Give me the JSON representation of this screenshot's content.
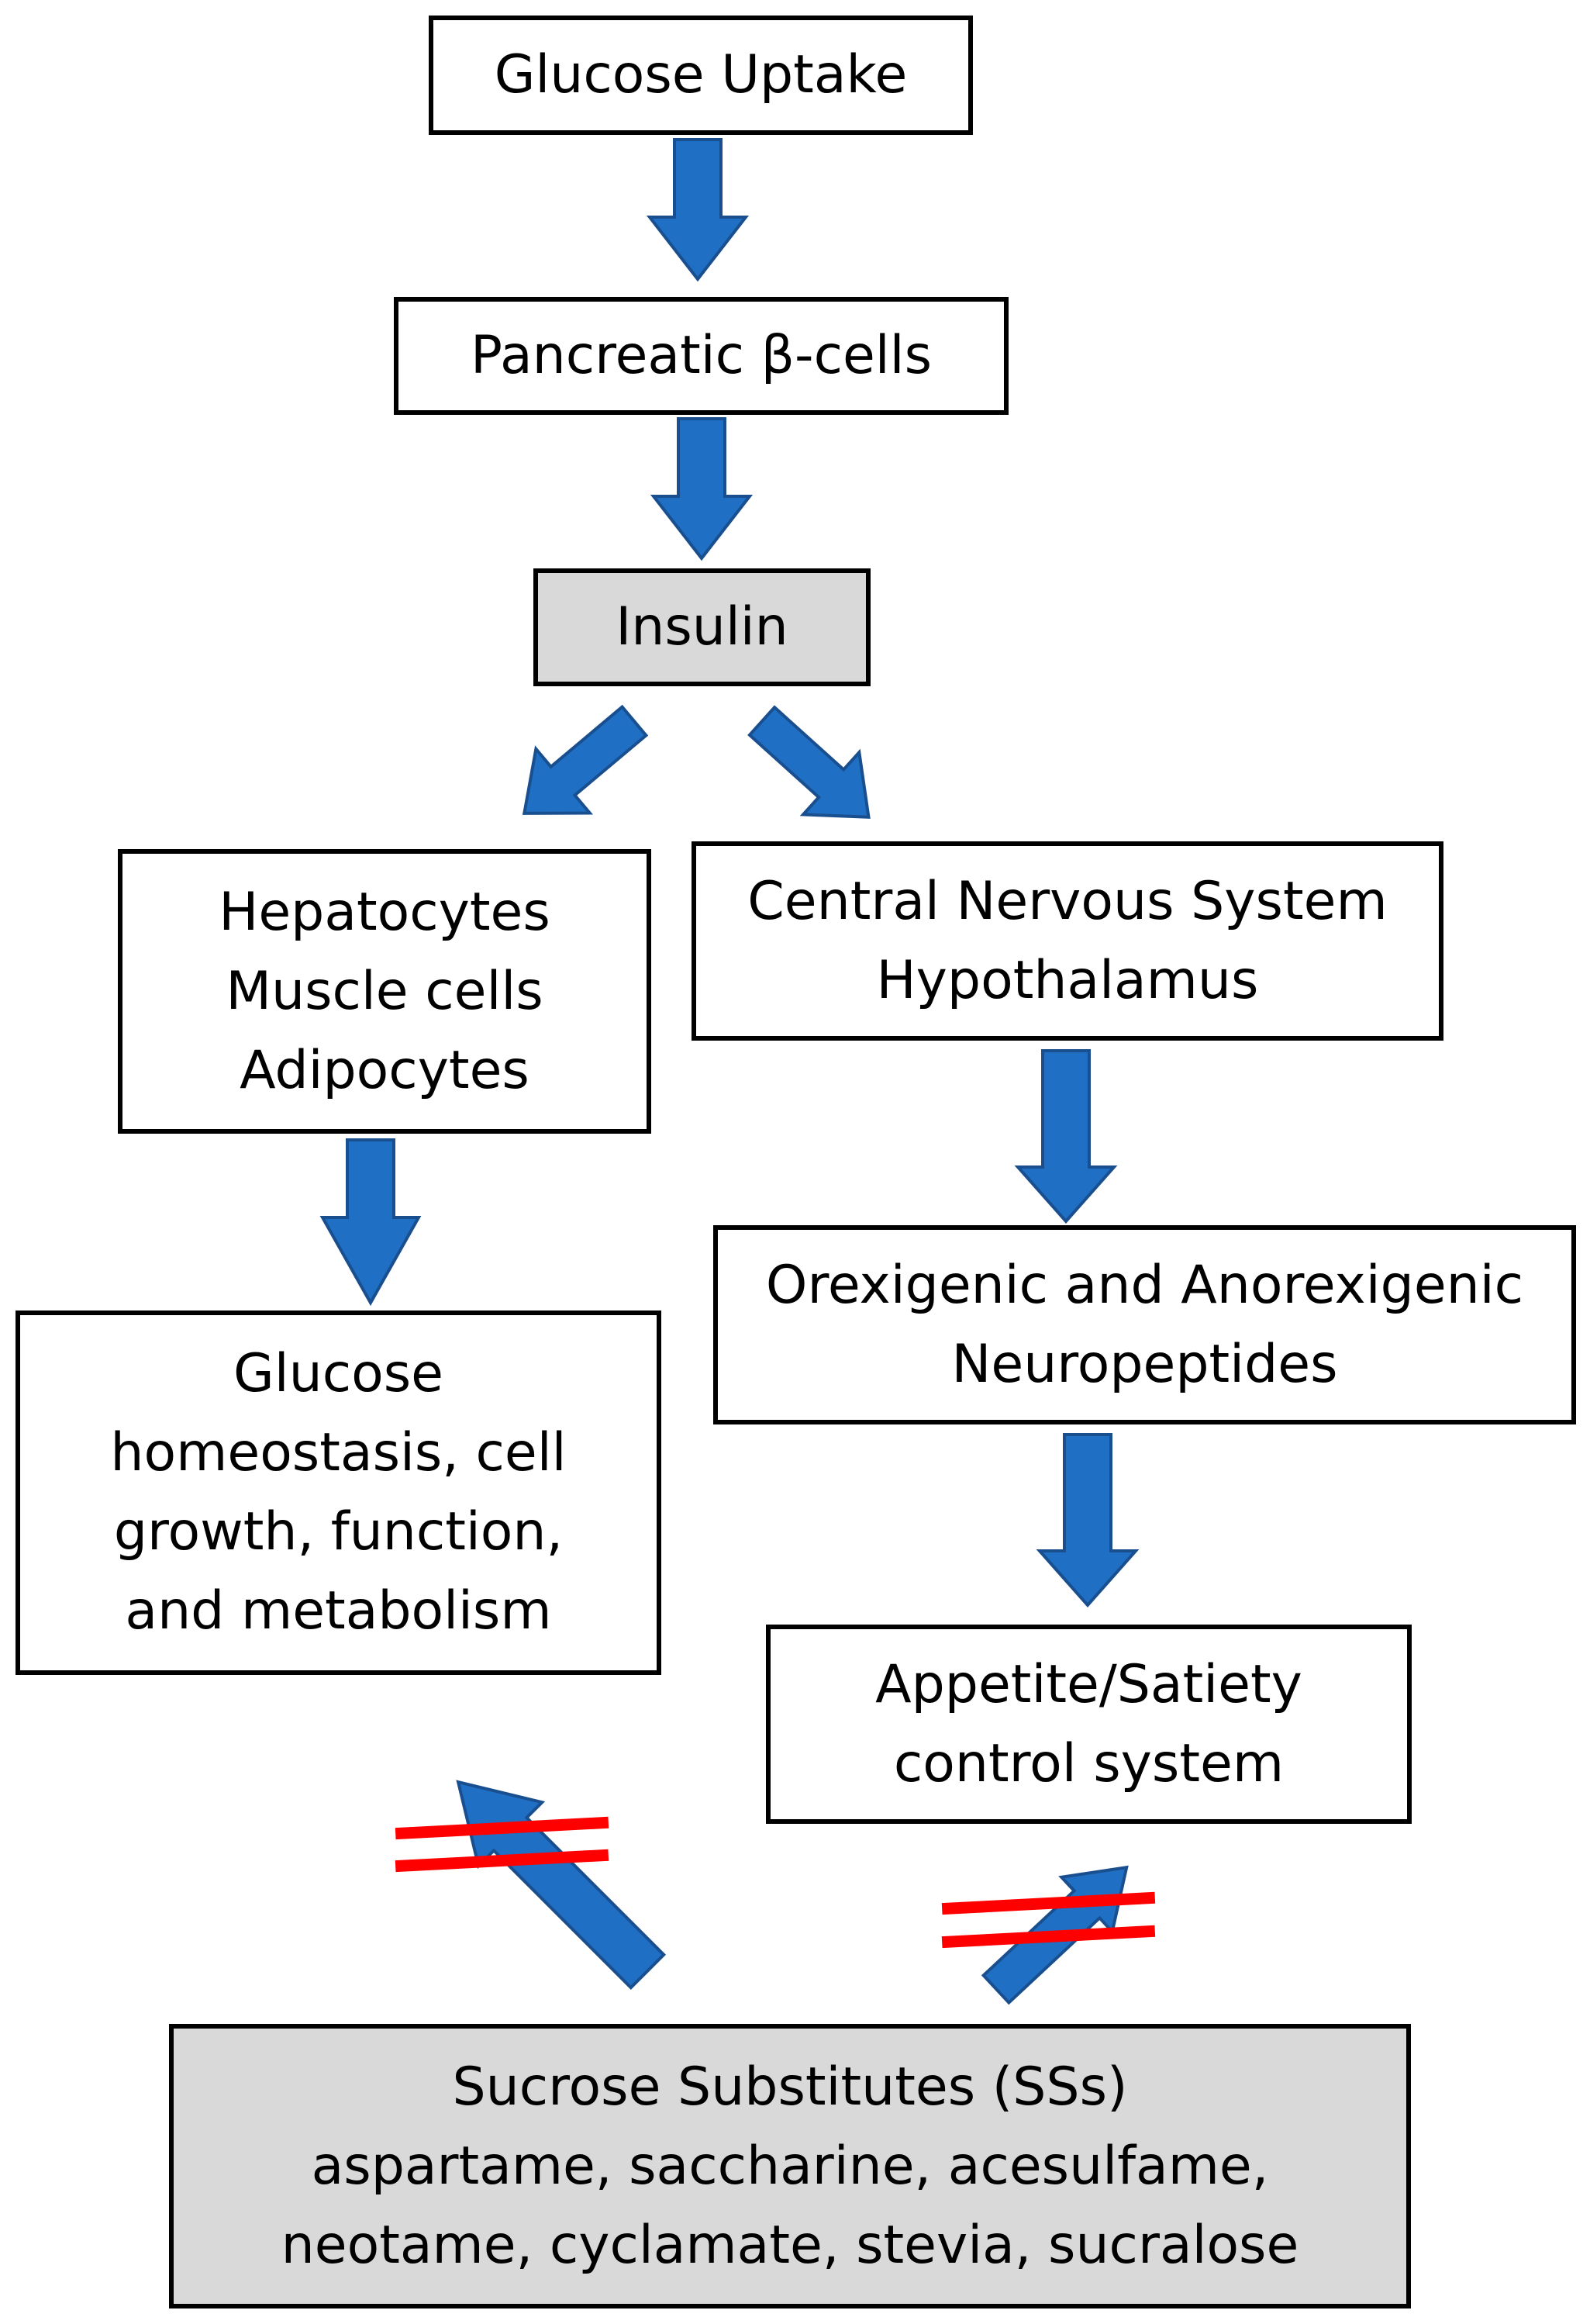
{
  "colors": {
    "arrow_fill": "#1f6fc4",
    "arrow_stroke": "#1a4f8f",
    "blocked_mark": "#ff0000",
    "box_gray": "#d9d9d9",
    "box_border": "#000000"
  },
  "boxes": {
    "glucose_uptake": {
      "lines": [
        "Glucose Uptake"
      ]
    },
    "pancreatic_beta_cells": {
      "lines": [
        "Pancreatic β-cells"
      ]
    },
    "insulin": {
      "lines": [
        "Insulin"
      ]
    },
    "peripheral_cells": {
      "lines": [
        "Hepatocytes",
        "Muscle cells",
        "Adipocytes"
      ]
    },
    "cns": {
      "lines": [
        "Central Nervous System",
        "Hypothalamus"
      ]
    },
    "glucose_homeostasis": {
      "lines": [
        "Glucose",
        "homeostasis, cell",
        "growth, function,",
        "and metabolism"
      ]
    },
    "neuropeptides": {
      "lines": [
        "Orexigenic and Anorexigenic",
        "Neuropeptides"
      ]
    },
    "appetite_control": {
      "lines": [
        "Appetite/Satiety",
        "control system"
      ]
    },
    "sucrose_substitutes": {
      "lines": [
        "Sucrose Substitutes (SSs)",
        "aspartame, saccharine, acesulfame,",
        "neotame,  cyclamate, stevia, sucralose"
      ]
    }
  },
  "connections": [
    {
      "from": "Glucose Uptake",
      "to": "Pancreatic β-cells",
      "blocked": false
    },
    {
      "from": "Pancreatic β-cells",
      "to": "Insulin",
      "blocked": false
    },
    {
      "from": "Insulin",
      "to": "Hepatocytes / Muscle cells / Adipocytes",
      "blocked": false
    },
    {
      "from": "Insulin",
      "to": "Central Nervous System / Hypothalamus",
      "blocked": false
    },
    {
      "from": "Hepatocytes / Muscle cells / Adipocytes",
      "to": "Glucose homeostasis, cell growth, function, and metabolism",
      "blocked": false
    },
    {
      "from": "Central Nervous System / Hypothalamus",
      "to": "Orexigenic and Anorexigenic Neuropeptides",
      "blocked": false
    },
    {
      "from": "Orexigenic and Anorexigenic Neuropeptides",
      "to": "Appetite/Satiety control system",
      "blocked": false
    },
    {
      "from": "Sucrose Substitutes (SSs)",
      "to": "Glucose homeostasis, cell growth, function, and metabolism",
      "blocked": true
    },
    {
      "from": "Sucrose Substitutes (SSs)",
      "to": "Appetite/Satiety control system",
      "blocked": true
    }
  ]
}
